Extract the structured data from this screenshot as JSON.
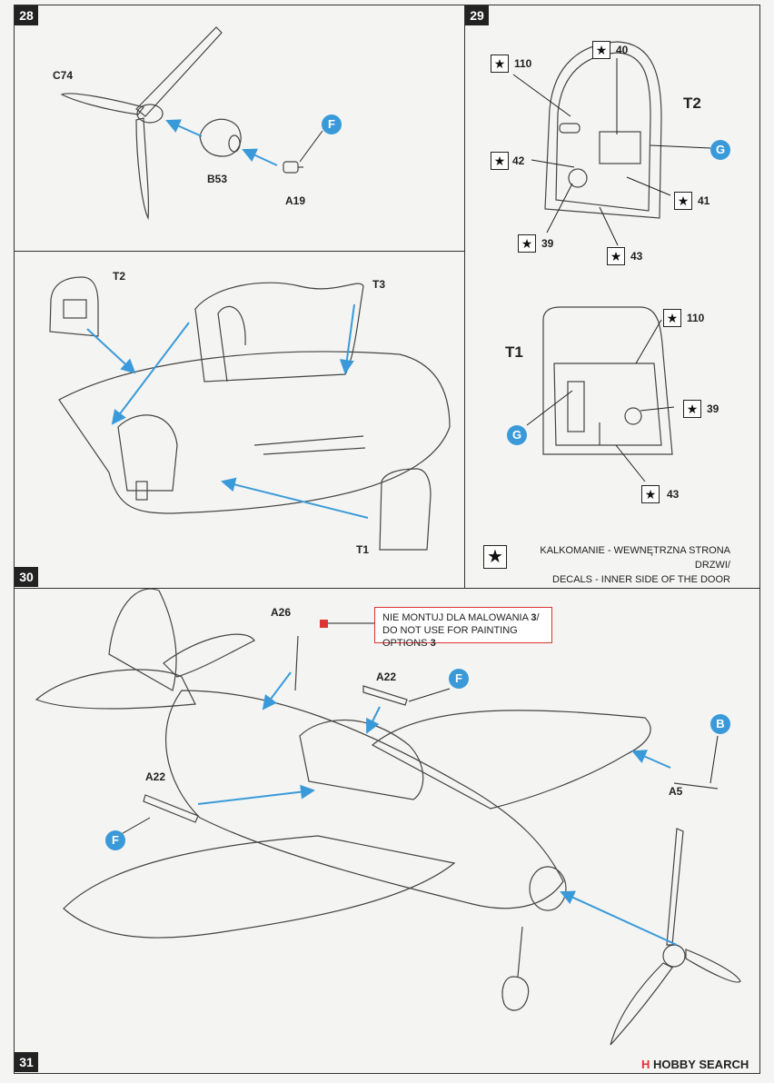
{
  "steps": {
    "s28": {
      "number": "28",
      "parts": {
        "prop": "C74",
        "spinner": "B53",
        "shaft": "A19"
      },
      "paint_callouts": [
        "F"
      ]
    },
    "s29": {
      "number": "29",
      "doors": {
        "upper": "T2",
        "lower": "T1"
      },
      "decals": [
        "110",
        "40",
        "42",
        "41",
        "39",
        "43",
        "110",
        "39",
        "43"
      ],
      "paint_callouts": [
        "G",
        "G"
      ],
      "legend": {
        "line1": "KALKOMANIE - WEWNĘTRZNA STRONA DRZWI/",
        "line2": "DECALS - INNER SIDE OF THE DOOR"
      }
    },
    "s30": {
      "number": "30",
      "parts": [
        "T2",
        "T3",
        "T1"
      ]
    },
    "s31": {
      "number": "31",
      "parts": [
        "A26",
        "A22",
        "A22",
        "A5"
      ],
      "paint_callouts": [
        "F",
        "F",
        "B"
      ],
      "note": {
        "line1_text": "NIE MONTUJ DLA MALOWANIA ",
        "line1_num": "3",
        "line1_tail": "/",
        "line2_text": "DO NOT USE FOR PAINTING OPTIONS ",
        "line2_num": "3"
      }
    }
  },
  "star_symbol": "★",
  "footer": {
    "brand": "H",
    "text": "HOBBY SEARCH"
  },
  "colors": {
    "callout": "#3a9ad9",
    "arrow": "#3a9ad9",
    "note_border": "#d33"
  }
}
